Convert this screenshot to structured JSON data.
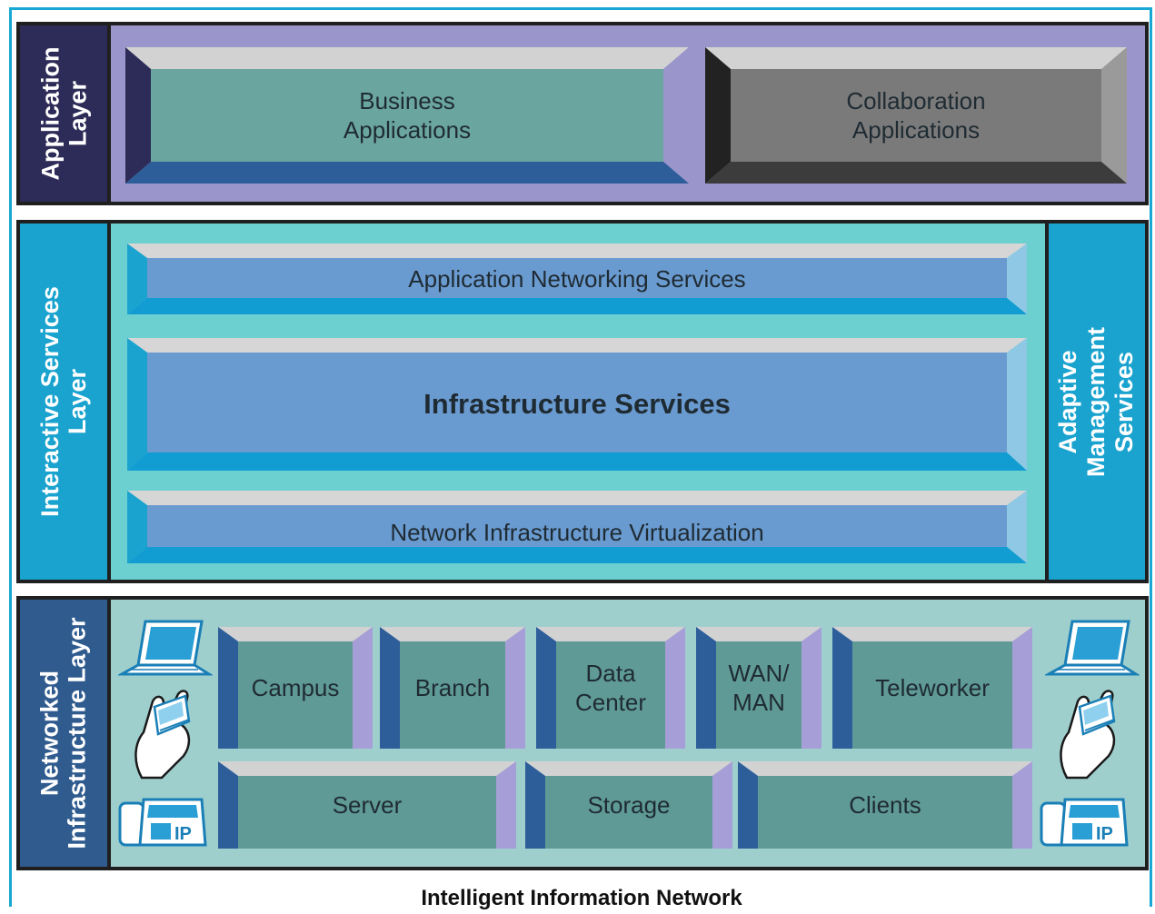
{
  "footer": {
    "title": "Intelligent Information Network"
  },
  "application_layer": {
    "label": "Application\nLayer",
    "blocks": [
      "Business\nApplications",
      "Collaboration\nApplications"
    ]
  },
  "interactive_layer": {
    "label": "Interactive Services\nLayer",
    "blocks": [
      "Application Networking Services",
      "Infrastructure Services",
      "Network Infrastructure Virtualization"
    ],
    "side_label": "Adaptive\nManagement\nServices"
  },
  "networked_layer": {
    "label": "Networked\nInfrastructure Layer",
    "places": [
      "Campus",
      "Branch",
      "Data\nCenter",
      "WAN/\nMAN",
      "Teleworker"
    ],
    "resources": [
      "Server",
      "Storage",
      "Clients"
    ],
    "icons": [
      "laptop-icon",
      "pda-icon",
      "ip-phone-icon"
    ]
  },
  "colors": {
    "app_bg": "#9a95cb",
    "app_side": "#2d2b57",
    "svc_bg": "#6cd0d0",
    "svc_side": "#1aa3cf",
    "svc_block": "#6a9bd0",
    "net_bg": "#9fcfcd",
    "net_side": "#2f5b8f",
    "net_block": "#5f9a96",
    "teal_block": "#6aa59f",
    "gray_block": "#7a7a7a"
  }
}
